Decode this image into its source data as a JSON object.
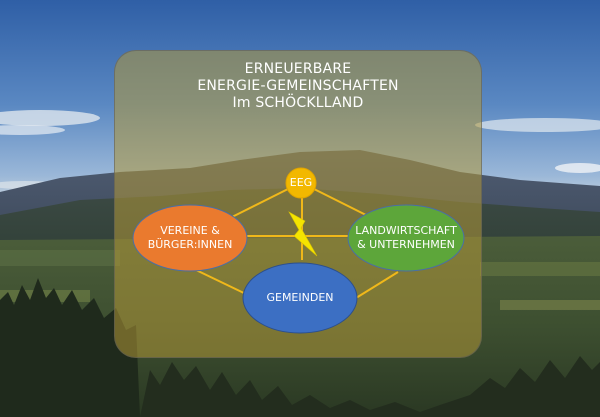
{
  "title": {
    "line1": "ERNEUERBARE",
    "line2": "ENERGIE-GEMEINSCHAFTEN",
    "line3": "Im SCHÖCKLLAND"
  },
  "nodes": {
    "center": {
      "label": "EEG",
      "color": "#f2b800"
    },
    "left": {
      "line1": "VEREINE &",
      "line2": "BÜRGER:INNEN",
      "color": "#ea7a2e"
    },
    "right": {
      "line1": "LANDWIRTSCHAFT",
      "line2": "& UNTERNEHMEN",
      "color": "#5da63a"
    },
    "bottom": {
      "label": "GEMEINDEN",
      "color": "#3c6fc3"
    }
  },
  "icons": {
    "lightning": "lightning-bolt-icon"
  },
  "colors": {
    "panel": "#b09838",
    "connectors": "#f0b81a",
    "lightning": "#f5e400"
  }
}
